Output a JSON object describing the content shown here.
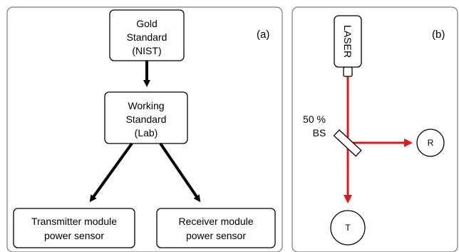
{
  "panel_a": {
    "label": "(a)",
    "gold_standard": [
      "Gold",
      "Standard",
      "(NIST)"
    ],
    "working_standard": [
      "Working",
      "Standard",
      "(Lab)"
    ],
    "transmitter": [
      "Transmitter module",
      "power sensor"
    ],
    "receiver": [
      "Receiver module",
      "power sensor"
    ]
  },
  "panel_b": {
    "label": "(b)",
    "laser": "LASER",
    "splitter": [
      "50 %",
      "BS"
    ],
    "reflected": "R",
    "transmitted": "T"
  },
  "colors": {
    "beam": "#e8141b",
    "arrow": "#000000",
    "outline": "#000000",
    "panel_border": "#7a7a7a"
  }
}
